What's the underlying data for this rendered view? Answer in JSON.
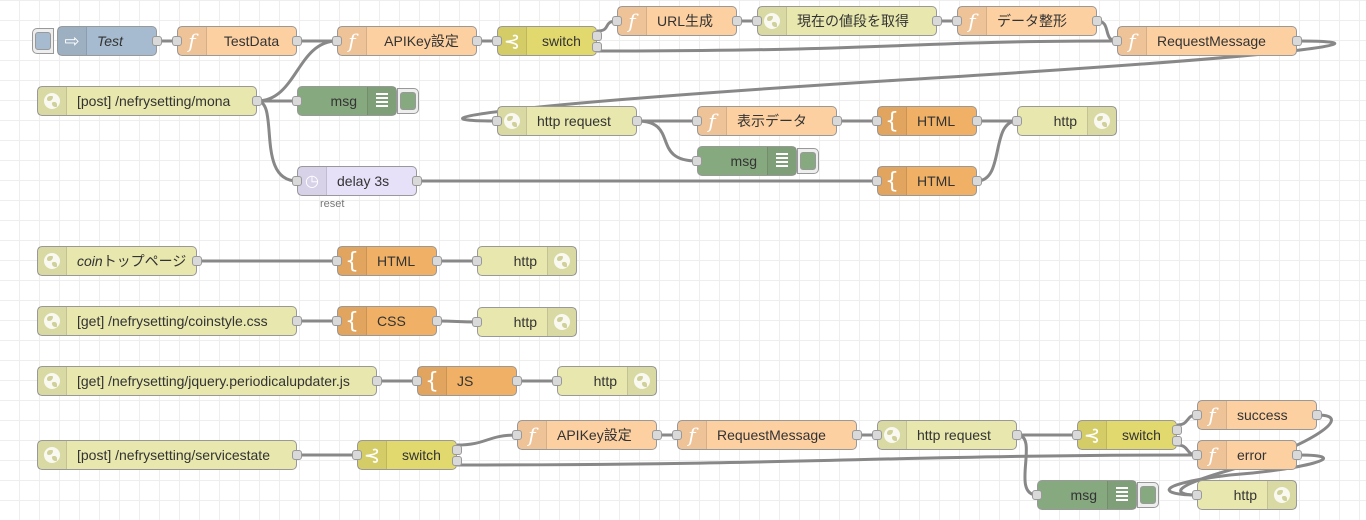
{
  "flow": {
    "nodes": [
      {
        "id": "n1",
        "type": "inject",
        "label": "Test",
        "icon": "arrow-right-icon"
      },
      {
        "id": "n2",
        "type": "function",
        "label": "TestData",
        "icon": "function-icon"
      },
      {
        "id": "n3",
        "type": "function",
        "label": "APIKey設定",
        "icon": "function-icon"
      },
      {
        "id": "n4",
        "type": "switch",
        "label": "switch",
        "icon": "switch-icon"
      },
      {
        "id": "n5",
        "type": "function",
        "label": "URL生成",
        "icon": "function-icon"
      },
      {
        "id": "n6",
        "type": "http-request",
        "label": "現在の値段を取得",
        "icon": "globe-icon"
      },
      {
        "id": "n7",
        "type": "function",
        "label": "データ整形",
        "icon": "function-icon"
      },
      {
        "id": "n8",
        "type": "function",
        "label": "RequestMessage",
        "icon": "function-icon"
      },
      {
        "id": "n9",
        "type": "http-in",
        "label": "[post] /nefrysetting/mona",
        "icon": "globe-icon"
      },
      {
        "id": "n10",
        "type": "debug",
        "label": "msg",
        "icon": "debug-icon"
      },
      {
        "id": "n11",
        "type": "http-request",
        "label": "http request",
        "icon": "globe-icon"
      },
      {
        "id": "n12",
        "type": "function",
        "label": "表示データ",
        "icon": "function-icon"
      },
      {
        "id": "n13",
        "type": "template",
        "label": "HTML",
        "icon": "template-icon"
      },
      {
        "id": "n14",
        "type": "http-response",
        "label": "http",
        "icon": "globe-icon"
      },
      {
        "id": "n15",
        "type": "debug",
        "label": "msg",
        "icon": "debug-icon"
      },
      {
        "id": "n16",
        "type": "delay",
        "label": "delay 3s",
        "icon": "timer-icon",
        "status": "reset"
      },
      {
        "id": "n17",
        "type": "template",
        "label": "HTML",
        "icon": "template-icon"
      },
      {
        "id": "n18",
        "type": "http-in",
        "label_italic": "coin",
        "label": "トップページ",
        "icon": "globe-icon"
      },
      {
        "id": "n19",
        "type": "template",
        "label": "HTML",
        "icon": "template-icon"
      },
      {
        "id": "n20",
        "type": "http-response",
        "label": "http",
        "icon": "globe-icon"
      },
      {
        "id": "n21",
        "type": "http-in",
        "label": "[get] /nefrysetting/coinstyle.css",
        "icon": "globe-icon"
      },
      {
        "id": "n22",
        "type": "template",
        "label": "CSS",
        "icon": "template-icon"
      },
      {
        "id": "n23",
        "type": "http-response",
        "label": "http",
        "icon": "globe-icon"
      },
      {
        "id": "n24",
        "type": "http-in",
        "label": "[get] /nefrysetting/jquery.periodicalupdater.js",
        "icon": "globe-icon"
      },
      {
        "id": "n25",
        "type": "template",
        "label": "JS",
        "icon": "template-icon"
      },
      {
        "id": "n26",
        "type": "http-response",
        "label": "http",
        "icon": "globe-icon"
      },
      {
        "id": "n27",
        "type": "http-in",
        "label": "[post] /nefrysetting/servicestate",
        "icon": "globe-icon"
      },
      {
        "id": "n28",
        "type": "switch",
        "label": "switch",
        "icon": "switch-icon"
      },
      {
        "id": "n29",
        "type": "function",
        "label": "APIKey設定",
        "icon": "function-icon"
      },
      {
        "id": "n30",
        "type": "function",
        "label": "RequestMessage",
        "icon": "function-icon"
      },
      {
        "id": "n31",
        "type": "http-request",
        "label": "http request",
        "icon": "globe-icon"
      },
      {
        "id": "n32",
        "type": "switch",
        "label": "switch",
        "icon": "switch-icon"
      },
      {
        "id": "n33",
        "type": "function",
        "label": "success",
        "icon": "function-icon"
      },
      {
        "id": "n34",
        "type": "function",
        "label": "error",
        "icon": "function-icon"
      },
      {
        "id": "n35",
        "type": "debug",
        "label": "msg",
        "icon": "debug-icon"
      },
      {
        "id": "n36",
        "type": "http-response",
        "label": "http",
        "icon": "globe-icon"
      }
    ],
    "wires": [
      [
        "n1",
        "n2"
      ],
      [
        "n2",
        "n3"
      ],
      [
        "n9",
        "n3"
      ],
      [
        "n3",
        "n4"
      ],
      [
        "n4",
        "n5"
      ],
      [
        "n4",
        "n8"
      ],
      [
        "n5",
        "n6"
      ],
      [
        "n6",
        "n7"
      ],
      [
        "n7",
        "n8"
      ],
      [
        "n8",
        "n11"
      ],
      [
        "n9",
        "n10"
      ],
      [
        "n9",
        "n16"
      ],
      [
        "n11",
        "n12"
      ],
      [
        "n11",
        "n15"
      ],
      [
        "n12",
        "n13"
      ],
      [
        "n13",
        "n14"
      ],
      [
        "n16",
        "n17"
      ],
      [
        "n17",
        "n14"
      ],
      [
        "n18",
        "n19"
      ],
      [
        "n19",
        "n20"
      ],
      [
        "n21",
        "n22"
      ],
      [
        "n22",
        "n23"
      ],
      [
        "n24",
        "n25"
      ],
      [
        "n25",
        "n26"
      ],
      [
        "n27",
        "n28"
      ],
      [
        "n28",
        "n29"
      ],
      [
        "n28",
        "n34"
      ],
      [
        "n29",
        "n30"
      ],
      [
        "n30",
        "n31"
      ],
      [
        "n31",
        "n32"
      ],
      [
        "n31",
        "n35"
      ],
      [
        "n32",
        "n33"
      ],
      [
        "n32",
        "n34"
      ],
      [
        "n33",
        "n36"
      ],
      [
        "n34",
        "n36"
      ]
    ]
  }
}
